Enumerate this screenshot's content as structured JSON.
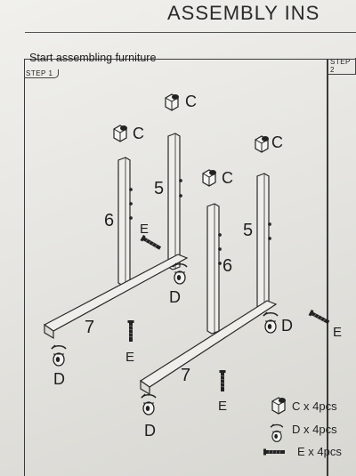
{
  "header": {
    "title": "ASSEMBLY   INS"
  },
  "section": {
    "subtitle": "Start assembling furniture",
    "step_left": "STEP 1",
    "step_right": "STEP 2"
  },
  "callouts": {
    "c_top": "C",
    "c_left": "C",
    "c_mid": "C",
    "c_right": "C",
    "num5_left": "5",
    "num6_left": "6",
    "num5_right": "5",
    "num6_right": "6",
    "num7_left": "7",
    "num7_right": "7",
    "e_upper": "E",
    "e_mid": "E",
    "e_right": "E",
    "e_bottom": "E",
    "d_left_upper": "D",
    "d_left_lower": "D",
    "d_right_upper": "D",
    "d_right_lower": "D"
  },
  "legend": [
    {
      "label": "C x 4pcs",
      "icon": "caster-cap-icon"
    },
    {
      "label": "D x 4pcs",
      "icon": "wheel-icon"
    },
    {
      "label": "E x 4pcs",
      "icon": "screw-icon"
    }
  ]
}
